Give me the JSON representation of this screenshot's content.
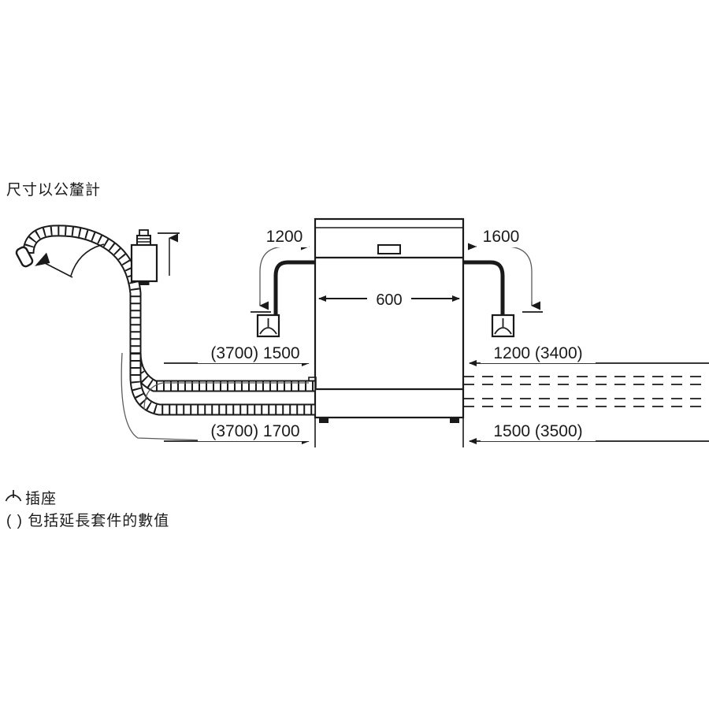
{
  "document": {
    "type": "appliance-installation-dimension-drawing",
    "title": "尺寸以公釐計",
    "units_note": "尺寸以公釐計"
  },
  "legend": {
    "socket_icon_name": "power-socket-icon",
    "socket_label": "插座",
    "bracket_label": "（ ) 包括延長套件的數值",
    "bracket_label_plain": "( ) 包括延長套件的數值"
  },
  "appliance": {
    "name": "dishwasher-front-view",
    "width_label": "600",
    "control_panel": "control-panel",
    "display_window": "display-window",
    "feet": [
      "foot-left",
      "foot-right"
    ]
  },
  "dimensions": {
    "top_left": {
      "label": "1200",
      "name": "power-cable-left-length",
      "direction": "to-socket-left"
    },
    "top_right": {
      "label": "1600",
      "name": "power-cable-right-length",
      "direction": "to-socket-right"
    },
    "body_width": {
      "label": "600",
      "name": "appliance-width"
    },
    "mid_left": {
      "label": "(3700) 1500",
      "name": "inlet-hose-left-length"
    },
    "mid_right": {
      "label": "1200 (3400)",
      "name": "inlet-hose-right-length"
    },
    "bottom_left": {
      "label": "(3700) 1700",
      "name": "drain-hose-left-length"
    },
    "bottom_right": {
      "label": "1500 (3500)",
      "name": "drain-hose-right-length"
    }
  },
  "parts": {
    "hose": "corrugated-drain-hose",
    "hose_end": "hose-end-connector",
    "rotation_arrow": "hose-rotation-arrow",
    "aquastop": "aquastop-valve-box",
    "socket_left": "socket-box-left",
    "socket_right": "socket-box-right",
    "dashed_hoses_right": "dashed-hose-routes-right"
  },
  "colors": {
    "line": "#1a1a1a",
    "thin_line": "#4d4d4d",
    "background": "#ffffff",
    "text": "#1a1a1a"
  }
}
